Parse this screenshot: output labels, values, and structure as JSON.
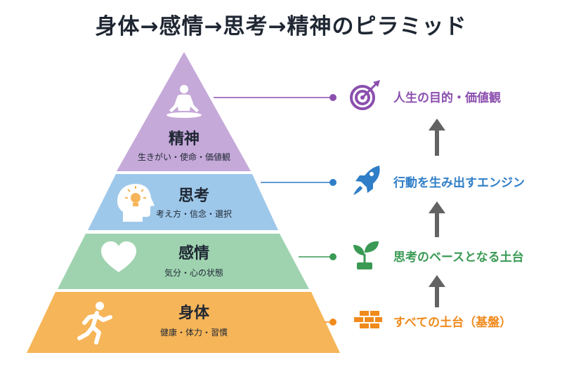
{
  "title": "身体→感情→思考→精神のピラミッド",
  "levels": [
    {
      "name": "精神",
      "sub": "生きがい・使命・価値観",
      "icon": "meditation-icon",
      "color": "#c5a9d9"
    },
    {
      "name": "思考",
      "sub": "考え方・信念・選択",
      "icon": "head-lightbulb-icon",
      "color": "#9ec8ea"
    },
    {
      "name": "感情",
      "sub": "気分・心の状態",
      "icon": "heart-icon",
      "color": "#9fd3b0"
    },
    {
      "name": "身体",
      "sub": "健康・体力・習慣",
      "icon": "running-person-icon",
      "color": "#f6b558"
    }
  ],
  "annotations": [
    {
      "text": "人生の目的・価値観",
      "icon": "target-icon",
      "color": "#8b4fae"
    },
    {
      "text": "行動を生み出すエンジン",
      "icon": "rocket-icon",
      "color": "#2f7ec7"
    },
    {
      "text": "思考のベースとなる土台",
      "icon": "sprout-icon",
      "color": "#3a9a54"
    },
    {
      "text": "すべての土台（基盤）",
      "icon": "bricks-icon",
      "color": "#f08a1c"
    }
  ],
  "arrow_color": "#636363"
}
